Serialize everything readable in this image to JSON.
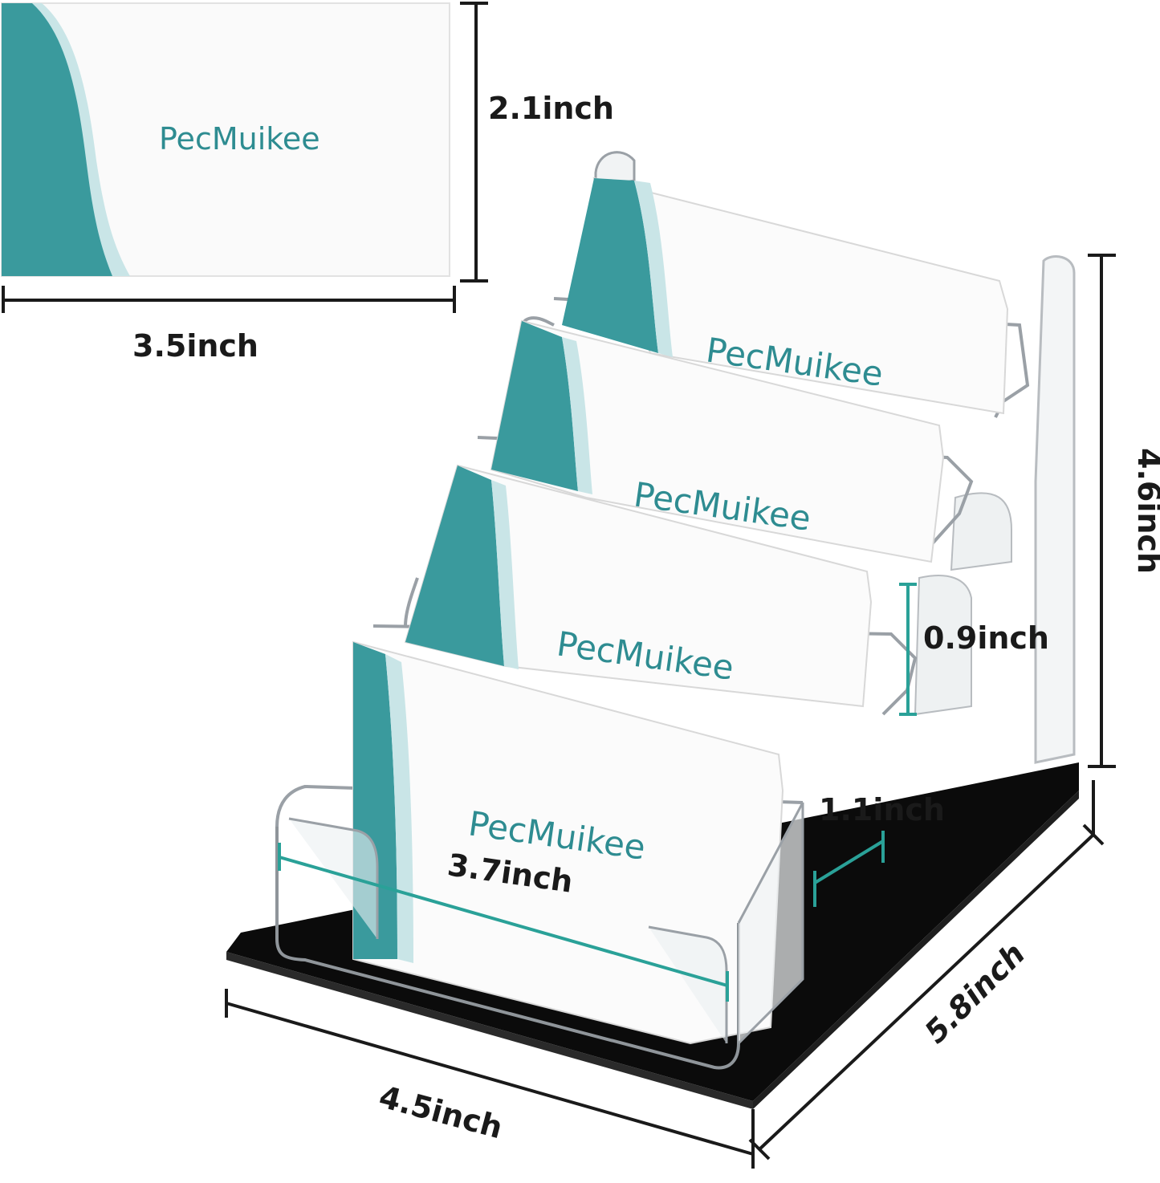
{
  "brand": {
    "name": "PecMuikee",
    "teal": "#3a9a9d",
    "teal_light": "#c8e4e6",
    "text_color": "#2e8c91"
  },
  "dimensions": {
    "card_height": "2.1inch",
    "card_width": "3.5inch",
    "holder_height": "4.6inch",
    "tier_step": "0.9inch",
    "slot_depth": "1.1inch",
    "slot_width": "3.7inch",
    "base_width": "4.5inch",
    "base_depth": "5.8inch"
  },
  "colors": {
    "dimension_line": "#1a1a1a",
    "accent_line": "#2aa198",
    "base": "#0b0b0b",
    "acrylic_edge": "#9aa0a6"
  }
}
